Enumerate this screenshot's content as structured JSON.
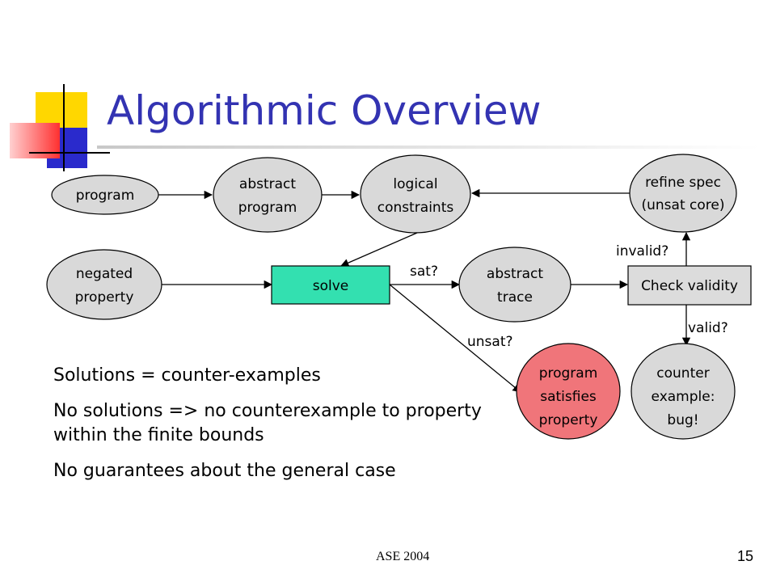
{
  "slide": {
    "title": "Algorithmic Overview",
    "footer": "ASE 2004",
    "page_number": "15"
  },
  "nodes": {
    "program": [
      "program"
    ],
    "abstract_program": [
      "abstract",
      "program"
    ],
    "logical_constraints": [
      "logical",
      "constraints"
    ],
    "refine_spec": [
      "refine spec",
      "(unsat core)"
    ],
    "negated_property": [
      "negated",
      "property"
    ],
    "solve": [
      "solve"
    ],
    "abstract_trace": [
      "abstract",
      "trace"
    ],
    "check_validity": [
      "Check validity"
    ],
    "program_satisfies": [
      "program",
      "satisfies",
      "property"
    ],
    "counter_example": [
      "counter",
      "example:",
      "bug!"
    ]
  },
  "edge_labels": {
    "sat": "sat?",
    "unsat": "unsat?",
    "invalid": "invalid?",
    "valid": "valid?"
  },
  "bullets": [
    "Solutions = counter-examples",
    "No solutions => no counterexample to property within the finite bounds",
    "No guarantees about the general case"
  ],
  "colors": {
    "title": "#3333b2",
    "ellipse_fill": "#d9d9d9",
    "solve_fill": "#33e0b0",
    "satisfies_fill": "#f0757a",
    "check_fill": "#dcdcdc",
    "deco_yellow": "#ffd700",
    "deco_blue": "#2a2acc",
    "deco_red": "#ff3030"
  }
}
